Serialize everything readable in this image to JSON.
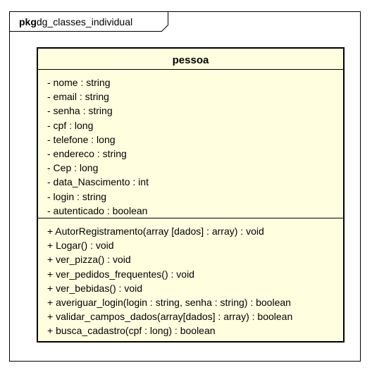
{
  "package": {
    "keyword": "pkg",
    "name": "dg_classes_individual"
  },
  "class": {
    "name": "pessoa",
    "attributes": [
      "- nome : string",
      "- email : string",
      "- senha : string",
      "- cpf : long",
      "- telefone : long",
      "- endereco : string",
      "- Cep : long",
      "- data_Nascimento : int",
      "- login : string",
      "- autenticado : boolean"
    ],
    "operations": [
      "+ AutorRegistramento(array [dados] : array) : void",
      "+ Logar() : void",
      "+ ver_pizza() : void",
      "+ ver_pedidos_frequentes() : void",
      "+ ver_bebidas() : void",
      "+ averiguar_login(login : string, senha : string) : boolean",
      "+ validar_campos_dados(array[dados] : array) : boolean",
      "+ busca_cadastro(cpf : long) : boolean"
    ]
  },
  "colors": {
    "class_fill": "#ffffe0",
    "line": "#000000",
    "background": "#ffffff"
  }
}
